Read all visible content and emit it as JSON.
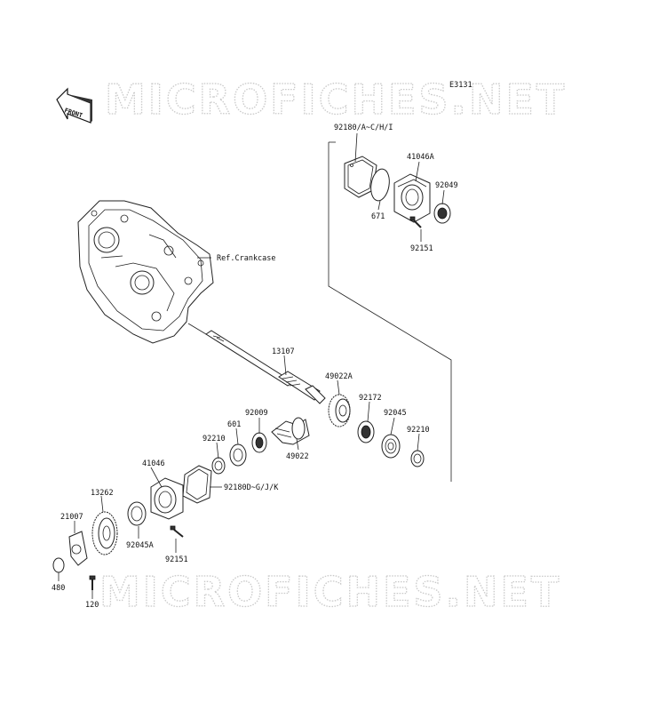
{
  "diagram_code": "E3131",
  "front_label": "FRONT",
  "watermark": "MICROFICHES.NET",
  "labels": {
    "p92180_ach": "92180/A~C/H/I",
    "p41046A": "41046A",
    "p92049": "92049",
    "p671": "671",
    "p92151_top": "92151",
    "ref_crankcase": "Ref.Crankcase",
    "p13107": "13107",
    "p49022A": "49022A",
    "p92172": "92172",
    "p92009": "92009",
    "p601": "601",
    "p92210_left": "92210",
    "p92045": "92045",
    "p92210_right": "92210",
    "p49022": "49022",
    "p41046": "41046",
    "p92180_dgjk": "92180D~G/J/K",
    "p13262": "13262",
    "p21007": "21007",
    "p92045A": "92045A",
    "p92151_bottom": "92151",
    "p480": "480",
    "p120": "120"
  },
  "colors": {
    "line": "#222222",
    "watermark": "#c9c9c9"
  }
}
